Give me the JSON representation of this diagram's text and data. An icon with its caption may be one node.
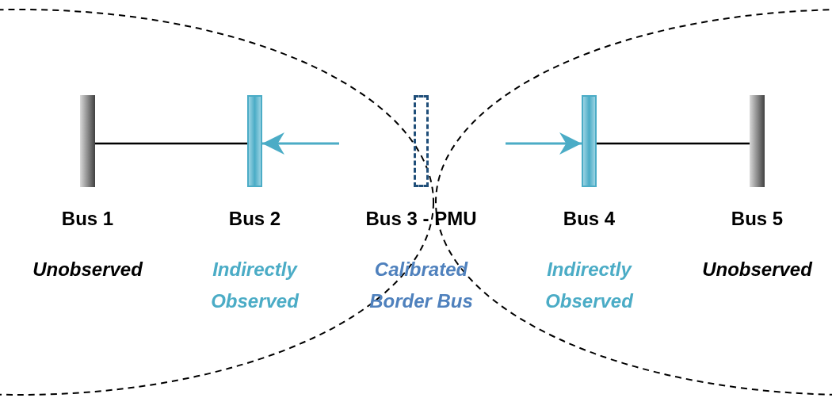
{
  "diagram": {
    "nodes": [
      {
        "text": [
          "Bus 1"
        ],
        "beside": [
          "Unobserved"
        ]
      },
      {
        "text": [
          "Bus 2"
        ],
        "beside": [
          "Indirectly Observed"
        ]
      },
      {
        "text": [
          "Bus 3 - PMU"
        ],
        "beside": [
          "Calibrated Border Bus"
        ]
      },
      {
        "text": [
          "Bus 4"
        ],
        "beside": [
          "Indirectly Observed"
        ]
      },
      {
        "text": [
          "Bus 5"
        ],
        "beside": [
          "Unobserved"
        ]
      }
    ],
    "edges": [
      {
        "from": 0,
        "to": 1,
        "arrow": "none"
      },
      {
        "from": null,
        "to": 1,
        "arrow": "to",
        "color": "#4bacc6"
      },
      {
        "from": null,
        "to": 3,
        "arrow": "to",
        "color": "#4bacc6"
      },
      {
        "from": 3,
        "to": 4,
        "arrow": "none"
      }
    ]
  }
}
